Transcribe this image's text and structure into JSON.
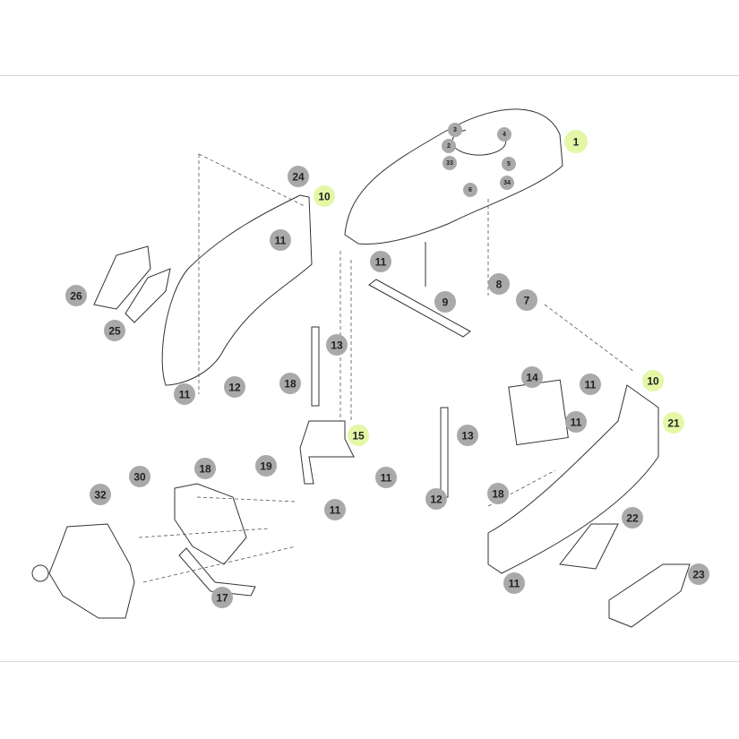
{
  "diagram": {
    "title": "Hood and side panel exploded parts diagram",
    "colors": {
      "callout": "#a9a9a9",
      "highlight": "#e4f7a6",
      "line": "#333333"
    },
    "callouts": [
      {
        "label": "1",
        "highlight": true
      },
      {
        "label": "3",
        "highlight": false
      },
      {
        "label": "4",
        "highlight": false
      },
      {
        "label": "2",
        "highlight": false
      },
      {
        "label": "33",
        "highlight": false
      },
      {
        "label": "5",
        "highlight": false
      },
      {
        "label": "6",
        "highlight": false
      },
      {
        "label": "34",
        "highlight": false
      },
      {
        "label": "24",
        "highlight": false
      },
      {
        "label": "10",
        "highlight": true
      },
      {
        "label": "11",
        "highlight": false
      },
      {
        "label": "11",
        "highlight": false
      },
      {
        "label": "26",
        "highlight": false
      },
      {
        "label": "25",
        "highlight": false
      },
      {
        "label": "9",
        "highlight": false
      },
      {
        "label": "8",
        "highlight": false
      },
      {
        "label": "7",
        "highlight": false
      },
      {
        "label": "13",
        "highlight": false
      },
      {
        "label": "11",
        "highlight": false
      },
      {
        "label": "12",
        "highlight": false
      },
      {
        "label": "18",
        "highlight": false
      },
      {
        "label": "11",
        "highlight": false
      },
      {
        "label": "10",
        "highlight": true
      },
      {
        "label": "14",
        "highlight": false
      },
      {
        "label": "11",
        "highlight": false
      },
      {
        "label": "21",
        "highlight": true
      },
      {
        "label": "15",
        "highlight": true
      },
      {
        "label": "13",
        "highlight": false
      },
      {
        "label": "18",
        "highlight": false
      },
      {
        "label": "19",
        "highlight": false
      },
      {
        "label": "30",
        "highlight": false
      },
      {
        "label": "11",
        "highlight": false
      },
      {
        "label": "32",
        "highlight": false
      },
      {
        "label": "12",
        "highlight": false
      },
      {
        "label": "18",
        "highlight": false
      },
      {
        "label": "11",
        "highlight": false
      },
      {
        "label": "22",
        "highlight": false
      },
      {
        "label": "17",
        "highlight": false
      },
      {
        "label": "11",
        "highlight": false
      },
      {
        "label": "23",
        "highlight": false
      }
    ]
  }
}
